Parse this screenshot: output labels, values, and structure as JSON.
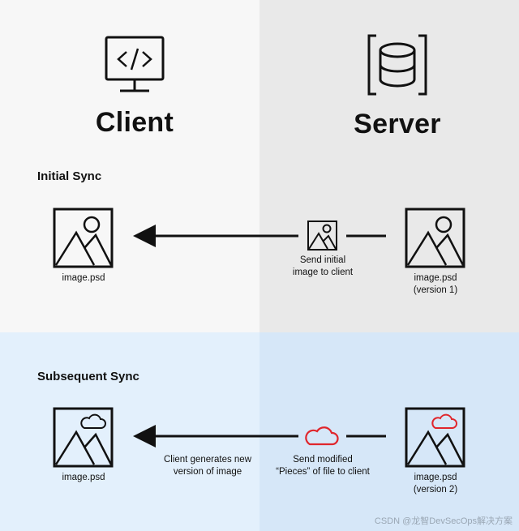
{
  "headers": {
    "client": "Client",
    "server": "Server"
  },
  "sections": {
    "initial": {
      "title": "Initial Sync",
      "client_file": "image.psd",
      "transfer_label": [
        "Send initial",
        "image to client"
      ],
      "server_file": [
        "image.psd",
        "(version 1)"
      ]
    },
    "subsequent": {
      "title": "Subsequent Sync",
      "client_file": "image.psd",
      "client_label": [
        "Client generates new",
        "version of image"
      ],
      "transfer_label": [
        "Send modified",
        "“Pieces” of file to client"
      ],
      "server_file": [
        "image.psd",
        "(version 2)"
      ]
    }
  },
  "icons": {
    "client": "monitor-code-icon",
    "server": "database-icon",
    "file": "image-file-icon",
    "cloud": "cloud-icon"
  },
  "colors": {
    "client_top_bg": "#f7f7f7",
    "server_top_bg": "#e9e9e9",
    "client_bottom_bg": "#e3f0fc",
    "server_bottom_bg": "#d6e7f8",
    "accent_red": "#e0262c"
  },
  "watermark": "CSDN @龙智DevSecOps解决方案"
}
